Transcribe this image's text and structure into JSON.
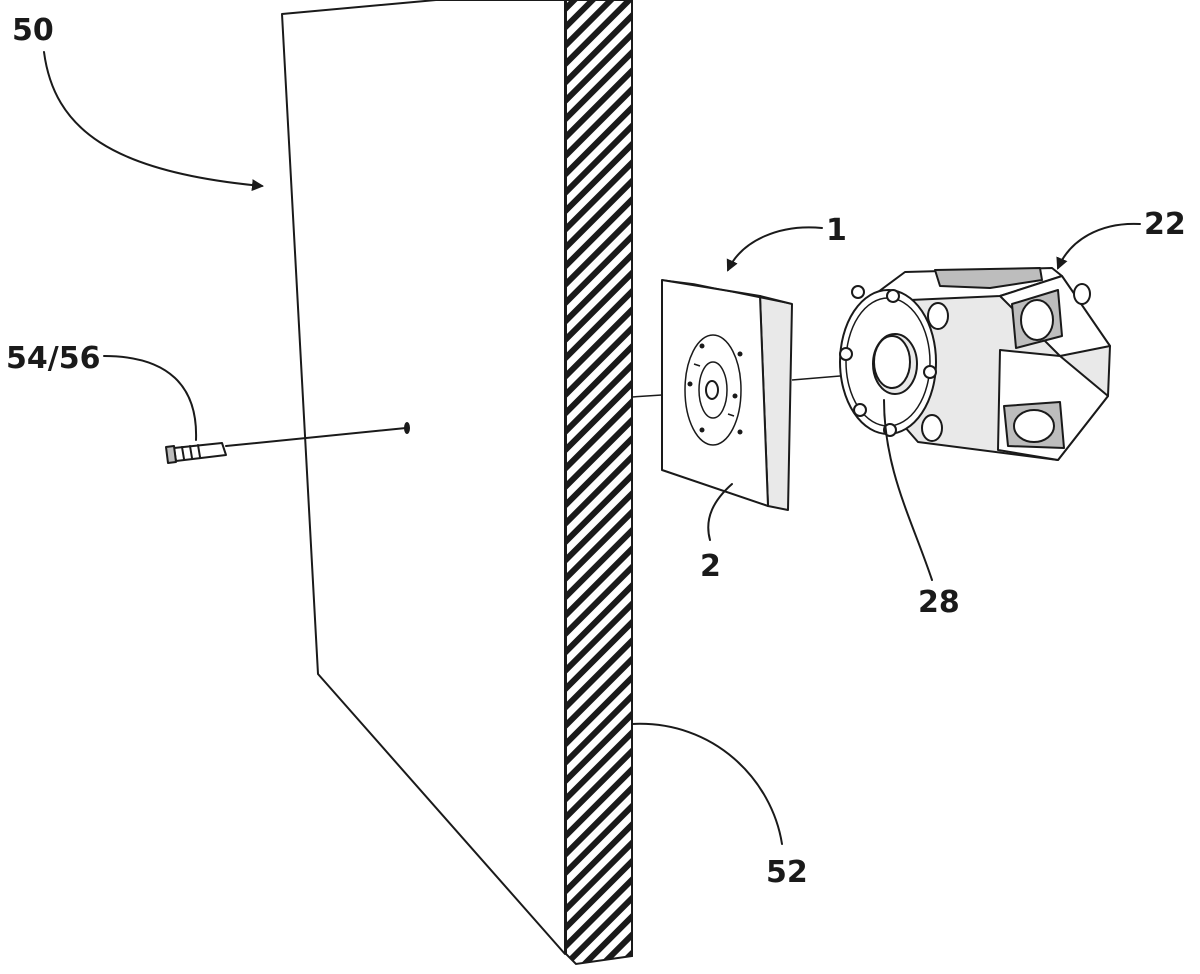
{
  "labels": {
    "panel": "50",
    "fixing": "54/56",
    "assembly": "1",
    "plate": "2",
    "box": "22",
    "opening": "28",
    "wall": "52"
  },
  "icons": {
    "panel": "panel-board-shape",
    "wall": "hatched-wall-section",
    "plate": "mounting-plate-shape",
    "box": "electrical-box-shape",
    "fixing": "screw-anchor-shape"
  },
  "colors": {
    "ink": "#1a1a1a",
    "background": "#ffffff"
  }
}
